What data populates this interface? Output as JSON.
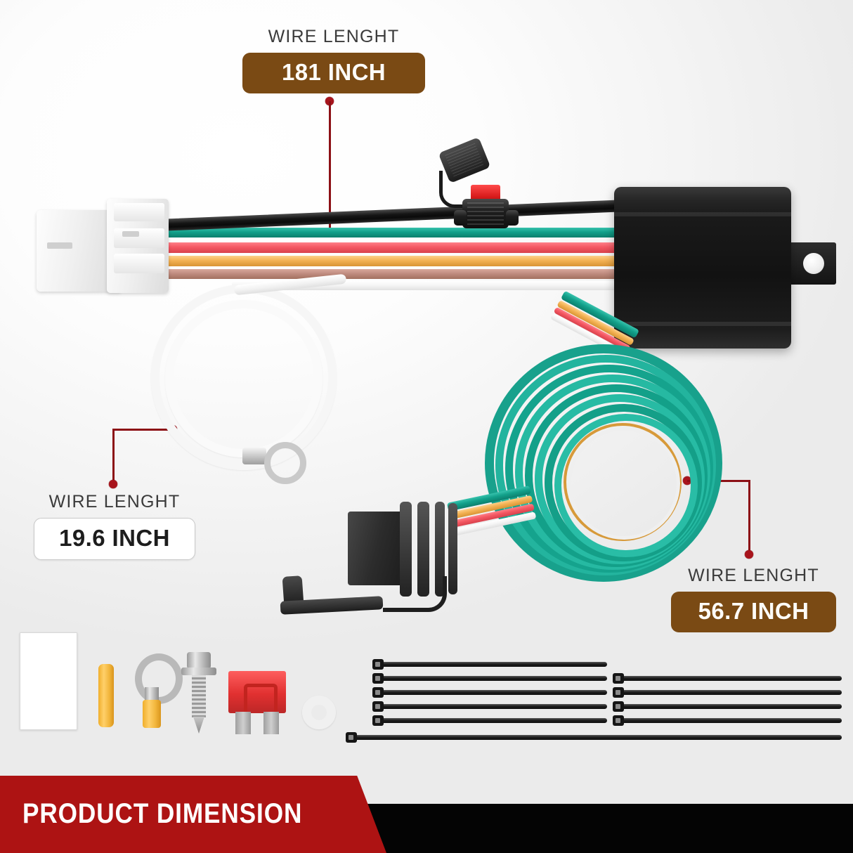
{
  "banner": {
    "title": "PRODUCT DIMENSION",
    "red_color": "#ad1313",
    "black_color": "#040404"
  },
  "callouts": [
    {
      "id": "top",
      "caption": "WIRE LENGHT",
      "value": "181 INCH",
      "style": "brown",
      "target": "main-harness-black-wire"
    },
    {
      "id": "left",
      "caption": "WIRE LENGHT",
      "value": "19.6 INCH",
      "style": "white",
      "target": "white-ground-wire-coil"
    },
    {
      "id": "right",
      "caption": "WIRE LENGHT",
      "value": "56.7 INCH",
      "style": "brown",
      "target": "teal-wire-coil"
    }
  ],
  "parts": {
    "plug": "white-vehicle-connector",
    "converter": "black-converter-module",
    "fuse_holder": "inline-fuse-holder",
    "flat_connector": "4-flat-trailer-connector",
    "teal_coil": "teal-wire-coil",
    "white_coil": "white-ground-wire-coil",
    "mounting_tab": "converter-mounting-tab"
  },
  "wire_colors": {
    "black": "#121212",
    "teal": "#12a08a",
    "pink": "#f45863",
    "orange": "#f3b254",
    "brown": "#c08c80",
    "white": "#f4f4f4"
  },
  "accessories": [
    {
      "name": "instruction-manual",
      "label": "instruction-manual"
    },
    {
      "name": "butt-connector",
      "label": "yellow-butt-connector"
    },
    {
      "name": "ring-terminal",
      "label": "yellow-ring-terminal"
    },
    {
      "name": "self-drilling-screw",
      "label": "self-drilling-screw"
    },
    {
      "name": "blade-fuse",
      "label": "red-blade-fuse"
    },
    {
      "name": "nylon-washer",
      "label": "clear-nylon-washer"
    }
  ],
  "zip_ties": {
    "left_column_count": 5,
    "right_column_count": 4,
    "long_bottom_count": 1,
    "total": 10
  }
}
